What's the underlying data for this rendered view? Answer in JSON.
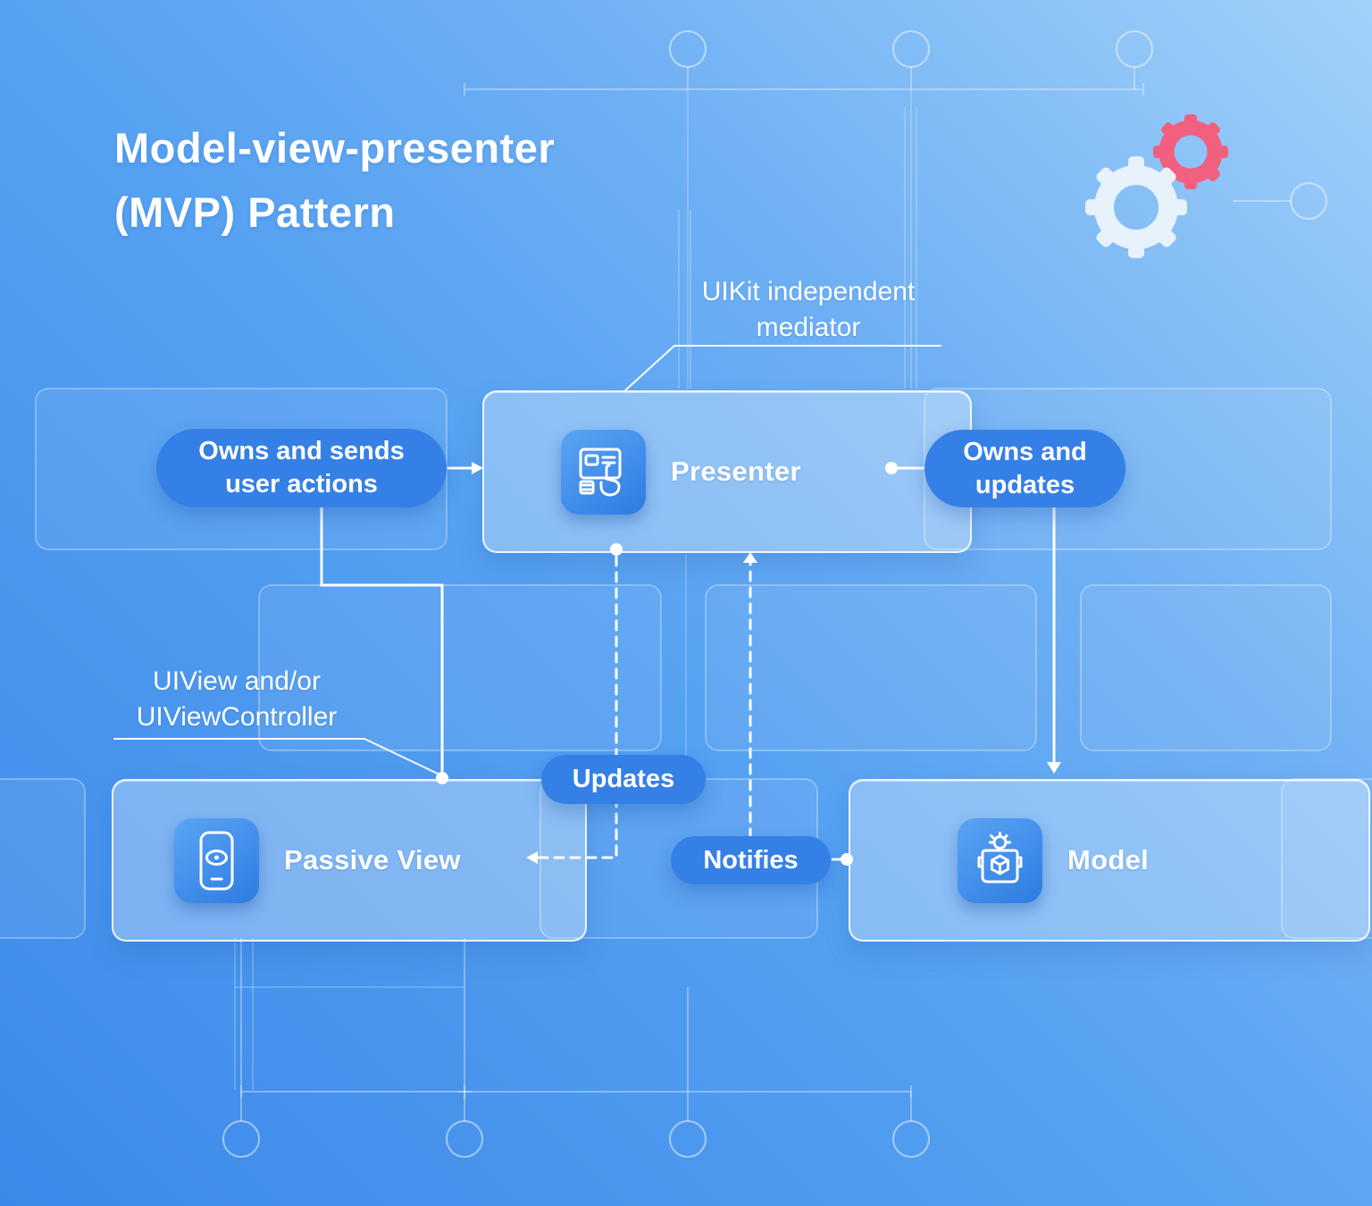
{
  "title": {
    "line1": "Model-view-presenter",
    "line2": "(MVP) Pattern"
  },
  "annotations": {
    "mediator": {
      "line1": "UIKit independent",
      "line2": "mediator"
    },
    "view": {
      "line1": "UIView and/or",
      "line2": "UIViewController"
    }
  },
  "nodes": {
    "presenter": {
      "label": "Presenter",
      "icon": "screen-tap-icon"
    },
    "passive_view": {
      "label": "Passive View",
      "icon": "phone-icon"
    },
    "model": {
      "label": "Model",
      "icon": "cube-gear-icon"
    }
  },
  "edges": {
    "owns_sends": {
      "line1": "Owns and sends",
      "line2": "user actions"
    },
    "owns_updates": {
      "line1": "Owns and",
      "line2": "updates"
    },
    "updates": {
      "label": "Updates"
    },
    "notifies": {
      "label": "Notifies"
    }
  },
  "icons": {
    "decor": [
      "gear-icon-light",
      "gear-icon-pink"
    ]
  },
  "colors": {
    "pill_blue": "#3580e6",
    "tile_blue_from": "#5aa4f4",
    "tile_blue_to": "#2e7ce2",
    "accent_pink": "#f2607f",
    "bg_light": "#a2d1f9",
    "bg_dark": "#3d89e9",
    "line_white": "#ffffff"
  }
}
